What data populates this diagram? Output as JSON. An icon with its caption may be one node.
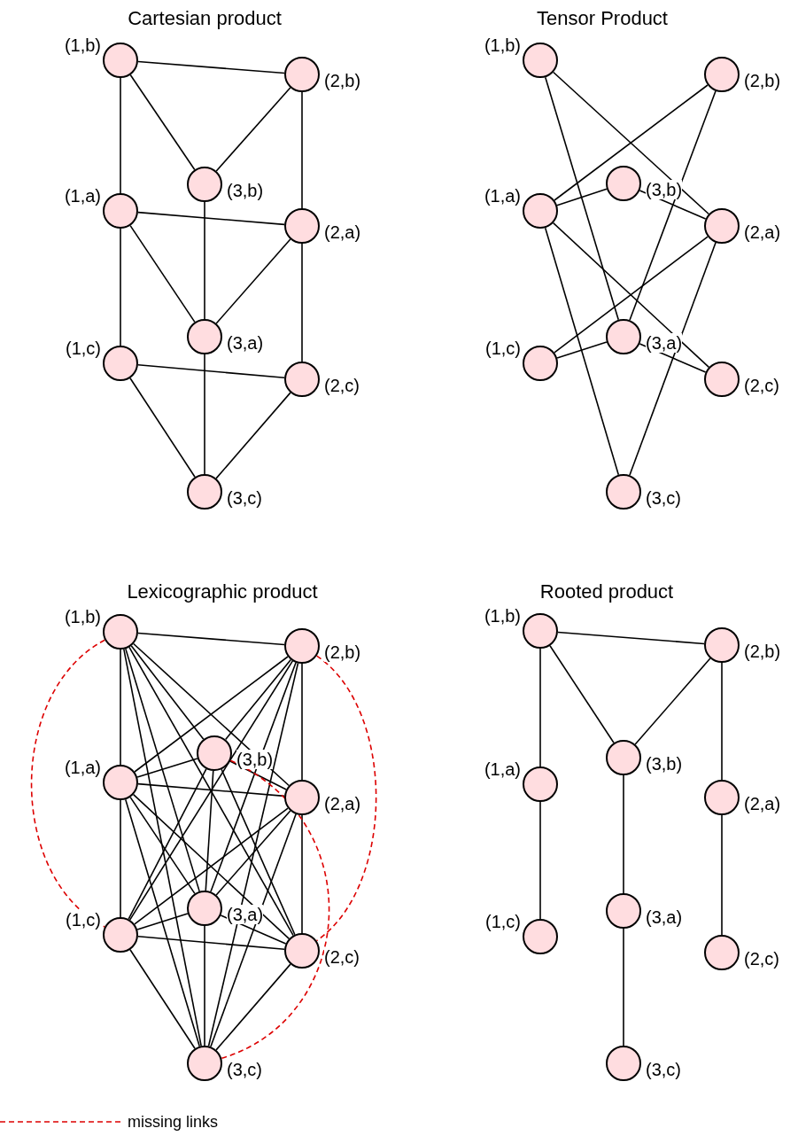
{
  "diagram": {
    "nodes": [
      {
        "text": [],
        "shape": "circle",
        "beside": [
          "(1,b)"
        ]
      },
      {
        "text": [],
        "shape": "circle",
        "beside": [
          "(2,b)"
        ]
      },
      {
        "text": [],
        "shape": "circle",
        "beside": [
          "(3,b)"
        ]
      },
      {
        "text": [],
        "shape": "circle",
        "beside": [
          "(1,a)"
        ]
      },
      {
        "text": [],
        "shape": "circle",
        "beside": [
          "(2,a)"
        ]
      },
      {
        "text": [],
        "shape": "circle",
        "beside": [
          "(3,a)"
        ]
      },
      {
        "text": [],
        "shape": "circle",
        "beside": [
          "(1,c)"
        ]
      },
      {
        "text": [],
        "shape": "circle",
        "beside": [
          "(2,c)"
        ]
      },
      {
        "text": [],
        "shape": "circle",
        "beside": [
          "(3,c)"
        ]
      },
      {
        "text": [],
        "shape": "circle",
        "beside": [
          "(1,b)"
        ]
      },
      {
        "text": [],
        "shape": "circle",
        "beside": [
          "(2,b)"
        ]
      },
      {
        "text": [],
        "shape": "circle",
        "beside": [
          "(3,b)"
        ]
      },
      {
        "text": [],
        "shape": "circle",
        "beside": [
          "(1,a)"
        ]
      },
      {
        "text": [],
        "shape": "circle",
        "beside": [
          "(2,a)"
        ]
      },
      {
        "text": [],
        "shape": "circle",
        "beside": [
          "(3,a)"
        ]
      },
      {
        "text": [],
        "shape": "circle",
        "beside": [
          "(1,c)"
        ]
      },
      {
        "text": [],
        "shape": "circle",
        "beside": [
          "(2,c)"
        ]
      },
      {
        "text": [],
        "shape": "circle",
        "beside": [
          "(3,c)"
        ]
      },
      {
        "text": [],
        "shape": "circle",
        "beside": [
          "(1,b)"
        ]
      },
      {
        "text": [],
        "shape": "circle",
        "beside": [
          "(2,b)"
        ]
      },
      {
        "text": [],
        "shape": "circle",
        "beside": [
          "(3,b)"
        ]
      },
      {
        "text": [],
        "shape": "circle",
        "beside": [
          "(1,a)"
        ]
      },
      {
        "text": [],
        "shape": "circle",
        "beside": [
          "(2,a)"
        ]
      },
      {
        "text": [],
        "shape": "circle",
        "beside": [
          "(3,a)"
        ]
      },
      {
        "text": [],
        "shape": "circle",
        "beside": [
          "(1,c)"
        ]
      },
      {
        "text": [],
        "shape": "circle",
        "beside": [
          "(2,c)"
        ]
      },
      {
        "text": [],
        "shape": "circle",
        "beside": [
          "(3,c)"
        ]
      },
      {
        "text": [],
        "shape": "circle",
        "beside": [
          "(1,b)"
        ]
      },
      {
        "text": [],
        "shape": "circle",
        "beside": [
          "(2,b)"
        ]
      },
      {
        "text": [],
        "shape": "circle",
        "beside": [
          "(3,b)"
        ]
      },
      {
        "text": [],
        "shape": "circle",
        "beside": [
          "(1,a)"
        ]
      },
      {
        "text": [],
        "shape": "circle",
        "beside": [
          "(2,a)"
        ]
      },
      {
        "text": [],
        "shape": "circle",
        "beside": [
          "(3,a)"
        ]
      },
      {
        "text": [],
        "shape": "circle",
        "beside": [
          "(1,c)"
        ]
      },
      {
        "text": [],
        "shape": "circle",
        "beside": [
          "(2,c)"
        ]
      },
      {
        "text": [],
        "shape": "circle",
        "beside": [
          "(3,c)"
        ]
      }
    ],
    "edges": [
      {
        "from": 0,
        "to": 1,
        "arrow": "none"
      },
      {
        "from": 0,
        "to": 2,
        "arrow": "none"
      },
      {
        "from": 1,
        "to": 2,
        "arrow": "none"
      },
      {
        "from": 3,
        "to": 4,
        "arrow": "none"
      },
      {
        "from": 3,
        "to": 5,
        "arrow": "none"
      },
      {
        "from": 5,
        "to": 4,
        "arrow": "none"
      },
      {
        "from": 6,
        "to": 7,
        "arrow": "none"
      },
      {
        "from": 6,
        "to": 8,
        "arrow": "none"
      },
      {
        "from": 7,
        "to": 8,
        "arrow": "none"
      },
      {
        "from": 0,
        "to": 3,
        "arrow": "none"
      },
      {
        "from": 3,
        "to": 6,
        "arrow": "none"
      },
      {
        "from": 1,
        "to": 4,
        "arrow": "none"
      },
      {
        "from": 4,
        "to": 7,
        "arrow": "none"
      },
      {
        "from": 2,
        "to": 5,
        "arrow": "none"
      },
      {
        "from": 5,
        "to": 8,
        "arrow": "none"
      },
      {
        "from": 9,
        "to": 13,
        "arrow": "none"
      },
      {
        "from": 9,
        "to": 14,
        "arrow": "none"
      },
      {
        "from": 10,
        "to": 12,
        "arrow": "none"
      },
      {
        "from": 10,
        "to": 14,
        "arrow": "none"
      },
      {
        "from": 11,
        "to": 12,
        "arrow": "none"
      },
      {
        "from": 11,
        "to": 13,
        "arrow": "none"
      },
      {
        "from": 12,
        "to": 16,
        "arrow": "none"
      },
      {
        "from": 12,
        "to": 17,
        "arrow": "none"
      },
      {
        "from": 13,
        "to": 15,
        "arrow": "none"
      },
      {
        "from": 13,
        "to": 17,
        "arrow": "none"
      },
      {
        "from": 14,
        "to": 15,
        "arrow": "none"
      },
      {
        "from": 14,
        "to": 16,
        "arrow": "none"
      },
      {
        "from": 18,
        "to": 19,
        "arrow": "none"
      },
      {
        "from": 18,
        "to": 20,
        "arrow": "none"
      },
      {
        "from": 18,
        "to": 22,
        "arrow": "none"
      },
      {
        "from": 18,
        "to": 23,
        "arrow": "none"
      },
      {
        "from": 18,
        "to": 25,
        "arrow": "none"
      },
      {
        "from": 18,
        "to": 26,
        "arrow": "none"
      },
      {
        "from": 19,
        "to": 20,
        "arrow": "none"
      },
      {
        "from": 19,
        "to": 21,
        "arrow": "none"
      },
      {
        "from": 19,
        "to": 23,
        "arrow": "none"
      },
      {
        "from": 19,
        "to": 24,
        "arrow": "none"
      },
      {
        "from": 19,
        "to": 26,
        "arrow": "none"
      },
      {
        "from": 20,
        "to": 21,
        "arrow": "none"
      },
      {
        "from": 20,
        "to": 22,
        "arrow": "none"
      },
      {
        "from": 20,
        "to": 24,
        "arrow": "none"
      },
      {
        "from": 20,
        "to": 25,
        "arrow": "none"
      },
      {
        "from": 21,
        "to": 22,
        "arrow": "none"
      },
      {
        "from": 21,
        "to": 23,
        "arrow": "none"
      },
      {
        "from": 21,
        "to": 25,
        "arrow": "none"
      },
      {
        "from": 21,
        "to": 26,
        "arrow": "none"
      },
      {
        "from": 22,
        "to": 23,
        "arrow": "none"
      },
      {
        "from": 22,
        "to": 24,
        "arrow": "none"
      },
      {
        "from": 22,
        "to": 26,
        "arrow": "none"
      },
      {
        "from": 23,
        "to": 24,
        "arrow": "none"
      },
      {
        "from": 23,
        "to": 25,
        "arrow": "none"
      },
      {
        "from": 24,
        "to": 25,
        "arrow": "none"
      },
      {
        "from": 24,
        "to": 26,
        "arrow": "none"
      },
      {
        "from": 25,
        "to": 26,
        "arrow": "none"
      },
      {
        "from": 18,
        "to": 21,
        "arrow": "none"
      },
      {
        "from": 21,
        "to": 24,
        "arrow": "none"
      },
      {
        "from": 19,
        "to": 22,
        "arrow": "none"
      },
      {
        "from": 22,
        "to": 25,
        "arrow": "none"
      },
      {
        "from": 20,
        "to": 23,
        "arrow": "none"
      },
      {
        "from": 23,
        "to": 26,
        "arrow": "none"
      },
      {
        "from": 18,
        "to": 24,
        "arrow": "none",
        "style": "dashed",
        "color": "#dd0000"
      },
      {
        "from": 19,
        "to": 25,
        "arrow": "none",
        "style": "dashed",
        "color": "#dd0000"
      },
      {
        "from": 20,
        "to": 26,
        "arrow": "none",
        "style": "dashed",
        "color": "#dd0000"
      },
      {
        "from": 27,
        "to": 28,
        "arrow": "none"
      },
      {
        "from": 27,
        "to": 29,
        "arrow": "none"
      },
      {
        "from": 28,
        "to": 29,
        "arrow": "none"
      },
      {
        "from": 27,
        "to": 30,
        "arrow": "none"
      },
      {
        "from": 30,
        "to": 33,
        "arrow": "none"
      },
      {
        "from": 29,
        "to": 32,
        "arrow": "none"
      },
      {
        "from": 32,
        "to": 35,
        "arrow": "none"
      },
      {
        "from": 28,
        "to": 31,
        "arrow": "none"
      },
      {
        "from": 31,
        "to": 34,
        "arrow": "none"
      }
    ],
    "labels": [
      "Cartesian product",
      "Tensor Product",
      "Lexicographic product",
      "Rooted product"
    ],
    "legend": [
      {
        "text": "missing links"
      }
    ]
  }
}
